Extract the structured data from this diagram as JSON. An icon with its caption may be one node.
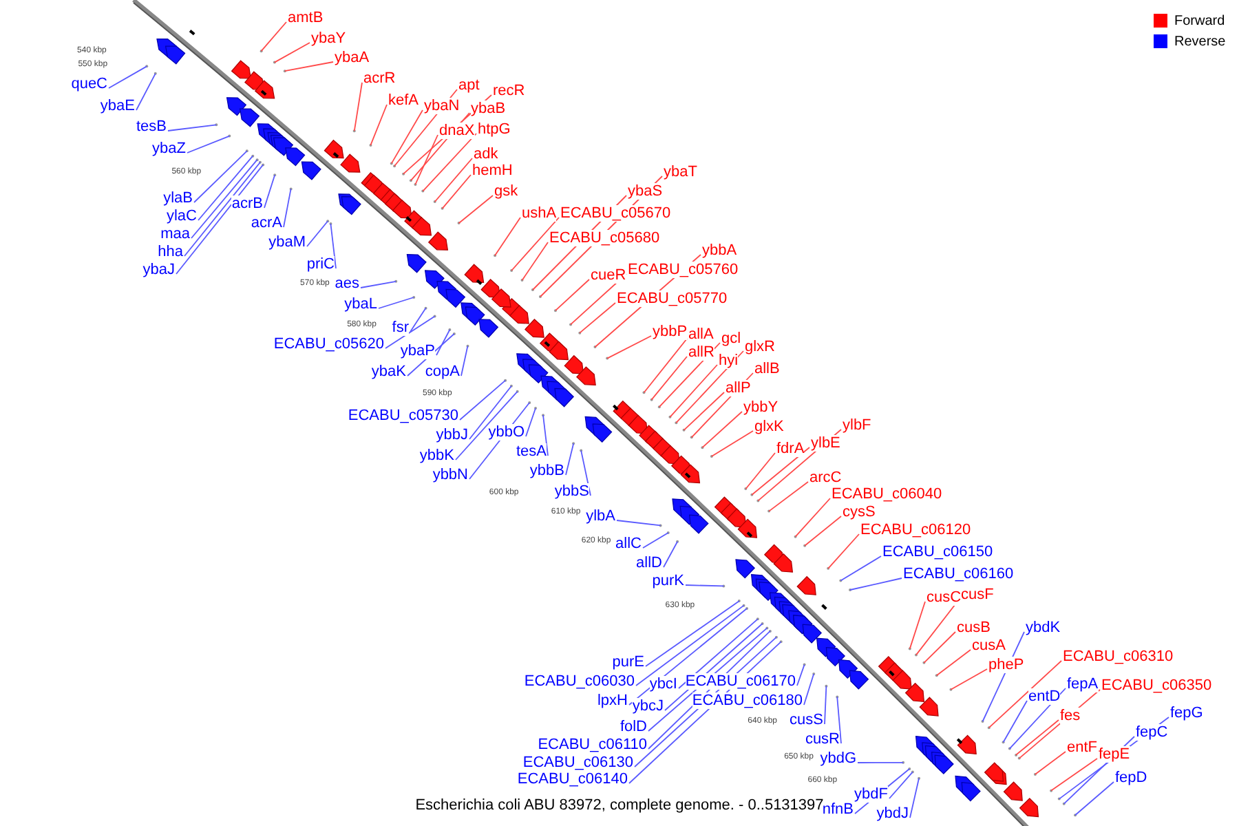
{
  "diagram": {
    "caption": "Escherichia coli ABU 83972, complete genome. - 0..5131397",
    "nodes": [
      {
        "text": [
          "amtB"
        ]
      },
      {
        "text": [
          "ybaY"
        ]
      },
      {
        "text": [
          "ybaA"
        ]
      },
      {
        "text": [
          "queC"
        ]
      },
      {
        "text": [
          "ybaE"
        ]
      },
      {
        "text": [
          "tesB"
        ]
      },
      {
        "text": [
          "ybaZ"
        ]
      },
      {
        "text": [
          "ylaB"
        ]
      },
      {
        "text": [
          "ylaC"
        ]
      },
      {
        "text": [
          "maa"
        ]
      },
      {
        "text": [
          "hha"
        ]
      },
      {
        "text": [
          "ybaJ"
        ]
      },
      {
        "text": [
          "acrB"
        ]
      },
      {
        "text": [
          "acrA"
        ]
      },
      {
        "text": [
          "acrR"
        ]
      },
      {
        "text": [
          "kefA"
        ]
      },
      {
        "text": [
          "ybaN"
        ]
      },
      {
        "text": [
          "apt"
        ]
      },
      {
        "text": [
          "recR"
        ]
      },
      {
        "text": [
          "ybaB"
        ]
      },
      {
        "text": [
          "dnaX"
        ]
      },
      {
        "text": [
          "htpG"
        ]
      },
      {
        "text": [
          "adk"
        ]
      },
      {
        "text": [
          "hemH"
        ]
      },
      {
        "text": [
          "gsk"
        ]
      },
      {
        "text": [
          "ybaM"
        ]
      },
      {
        "text": [
          "priC"
        ]
      },
      {
        "text": [
          "aes"
        ]
      },
      {
        "text": [
          "ybaL"
        ]
      },
      {
        "text": [
          "ushA"
        ]
      },
      {
        "text": [
          "ECABU_c05670"
        ]
      },
      {
        "text": [
          "ybaS"
        ]
      },
      {
        "text": [
          "ybaT"
        ]
      },
      {
        "text": [
          "ECABU_c05680"
        ]
      },
      {
        "text": [
          "fsr"
        ]
      },
      {
        "text": [
          "ECABU_c05620"
        ]
      },
      {
        "text": [
          "ybaP"
        ]
      },
      {
        "text": [
          "ybaK"
        ]
      },
      {
        "text": [
          "copA"
        ]
      },
      {
        "text": [
          "cueR"
        ]
      },
      {
        "text": [
          "ECABU_c05760"
        ]
      },
      {
        "text": [
          "ybbA"
        ]
      },
      {
        "text": [
          "ECABU_c05770"
        ]
      },
      {
        "text": [
          "ECABU_c05730"
        ]
      },
      {
        "text": [
          "ybbJ"
        ]
      },
      {
        "text": [
          "ybbK"
        ]
      },
      {
        "text": [
          "ybbN"
        ]
      },
      {
        "text": [
          "ybbO"
        ]
      },
      {
        "text": [
          "tesA"
        ]
      },
      {
        "text": [
          "ybbP"
        ]
      },
      {
        "text": [
          "allA"
        ]
      },
      {
        "text": [
          "allR"
        ]
      },
      {
        "text": [
          "gcl"
        ]
      },
      {
        "text": [
          "hyi"
        ]
      },
      {
        "text": [
          "glxR"
        ]
      },
      {
        "text": [
          "allP"
        ]
      },
      {
        "text": [
          "allB"
        ]
      },
      {
        "text": [
          "ybbB"
        ]
      },
      {
        "text": [
          "ybbS"
        ]
      },
      {
        "text": [
          "ybbY"
        ]
      },
      {
        "text": [
          "glxK"
        ]
      },
      {
        "text": [
          "fdrA"
        ]
      },
      {
        "text": [
          "ylbE"
        ]
      },
      {
        "text": [
          "ylbF"
        ]
      },
      {
        "text": [
          "ylbA"
        ]
      },
      {
        "text": [
          "allC"
        ]
      },
      {
        "text": [
          "allD"
        ]
      },
      {
        "text": [
          "arcC"
        ]
      },
      {
        "text": [
          "ECABU_c06040"
        ]
      },
      {
        "text": [
          "cysS"
        ]
      },
      {
        "text": [
          "purK"
        ]
      },
      {
        "text": [
          "purE"
        ]
      },
      {
        "text": [
          "ECABU_c06030"
        ]
      },
      {
        "text": [
          "lpxH"
        ]
      },
      {
        "text": [
          "ybcI"
        ]
      },
      {
        "text": [
          "ybcJ"
        ]
      },
      {
        "text": [
          "folD"
        ]
      },
      {
        "text": [
          "ECABU_c06110"
        ]
      },
      {
        "text": [
          "ECABU_c06120"
        ]
      },
      {
        "text": [
          "ECABU_c06130"
        ]
      },
      {
        "text": [
          "ECABU_c06140"
        ]
      },
      {
        "text": [
          "ECABU_c06150"
        ]
      },
      {
        "text": [
          "ECABU_c06160"
        ]
      },
      {
        "text": [
          "ECABU_c06170"
        ]
      },
      {
        "text": [
          "ECABU_c06180"
        ]
      },
      {
        "text": [
          "cusS"
        ]
      },
      {
        "text": [
          "cusR"
        ]
      },
      {
        "text": [
          "cusC"
        ]
      },
      {
        "text": [
          "cusF"
        ]
      },
      {
        "text": [
          "cusB"
        ]
      },
      {
        "text": [
          "cusA"
        ]
      },
      {
        "text": [
          "pheP"
        ]
      },
      {
        "text": [
          "ybdG"
        ]
      },
      {
        "text": [
          "nfnB"
        ]
      },
      {
        "text": [
          "ybdF"
        ]
      },
      {
        "text": [
          "ybdJ"
        ]
      },
      {
        "text": [
          "ybdK"
        ]
      },
      {
        "text": [
          "ECABU_c06310"
        ]
      },
      {
        "text": [
          "entD"
        ]
      },
      {
        "text": [
          "fepA"
        ]
      },
      {
        "text": [
          "ECABU_c06350"
        ]
      },
      {
        "text": [
          "fes"
        ]
      },
      {
        "text": [
          "entF"
        ]
      },
      {
        "text": [
          "fepE"
        ]
      },
      {
        "text": [
          "fepG"
        ]
      },
      {
        "text": [
          "fepC"
        ]
      },
      {
        "text": [
          "fepD"
        ]
      }
    ],
    "edges": [
      {
        "from": 0,
        "to": null,
        "arrow": "none",
        "color": "#ff4a4a"
      },
      {
        "from": 1,
        "to": null,
        "arrow": "none",
        "color": "#ff4a4a"
      },
      {
        "from": 2,
        "to": null,
        "arrow": "none",
        "color": "#ff4a4a"
      },
      {
        "from": 3,
        "to": null,
        "arrow": "none"
      },
      {
        "from": 4,
        "to": null,
        "arrow": "none"
      },
      {
        "from": 5,
        "to": null,
        "arrow": "none"
      },
      {
        "from": 6,
        "to": null,
        "arrow": "none"
      },
      {
        "from": 7,
        "to": null,
        "arrow": "none"
      },
      {
        "from": 8,
        "to": null,
        "arrow": "none"
      },
      {
        "from": 9,
        "to": null,
        "arrow": "none"
      },
      {
        "from": 10,
        "to": null,
        "arrow": "none"
      },
      {
        "from": 11,
        "to": null,
        "arrow": "none"
      },
      {
        "from": 12,
        "to": null,
        "arrow": "none"
      },
      {
        "from": 13,
        "to": null,
        "arrow": "none"
      },
      {
        "from": 14,
        "to": null,
        "arrow": "none",
        "color": "#ff4a4a"
      },
      {
        "from": 15,
        "to": null,
        "arrow": "none",
        "color": "#ff4a4a"
      },
      {
        "from": 16,
        "to": null,
        "arrow": "none",
        "color": "#ff4a4a"
      },
      {
        "from": 17,
        "to": null,
        "arrow": "none",
        "color": "#ff4a4a"
      },
      {
        "from": 18,
        "to": null,
        "arrow": "none",
        "color": "#ff4a4a"
      },
      {
        "from": 19,
        "to": null,
        "arrow": "none",
        "color": "#ff4a4a"
      },
      {
        "from": 20,
        "to": null,
        "arrow": "none",
        "color": "#ff4a4a"
      },
      {
        "from": 21,
        "to": null,
        "arrow": "none",
        "color": "#ff4a4a"
      },
      {
        "from": 22,
        "to": null,
        "arrow": "none",
        "color": "#ff4a4a"
      },
      {
        "from": 23,
        "to": null,
        "arrow": "none",
        "color": "#ff4a4a"
      },
      {
        "from": 24,
        "to": null,
        "arrow": "none",
        "color": "#ff4a4a"
      },
      {
        "from": 25,
        "to": null,
        "arrow": "none"
      },
      {
        "from": 26,
        "to": null,
        "arrow": "none"
      },
      {
        "from": 27,
        "to": null,
        "arrow": "none"
      },
      {
        "from": 28,
        "to": null,
        "arrow": "none"
      },
      {
        "from": 29,
        "to": null,
        "arrow": "none",
        "color": "#ff4a4a"
      },
      {
        "from": 30,
        "to": null,
        "arrow": "none",
        "color": "#ff4a4a"
      },
      {
        "from": 31,
        "to": null,
        "arrow": "none",
        "color": "#ff4a4a"
      },
      {
        "from": 32,
        "to": null,
        "arrow": "none",
        "color": "#ff4a4a"
      },
      {
        "from": 33,
        "to": null,
        "arrow": "none",
        "color": "#ff4a4a"
      },
      {
        "from": 34,
        "to": null,
        "arrow": "none"
      },
      {
        "from": 35,
        "to": null,
        "arrow": "none"
      },
      {
        "from": 36,
        "to": null,
        "arrow": "none"
      },
      {
        "from": 37,
        "to": null,
        "arrow": "none"
      },
      {
        "from": 38,
        "to": null,
        "arrow": "none"
      },
      {
        "from": 39,
        "to": null,
        "arrow": "none",
        "color": "#ff4a4a"
      },
      {
        "from": 40,
        "to": null,
        "arrow": "none",
        "color": "#ff4a4a"
      },
      {
        "from": 41,
        "to": null,
        "arrow": "none",
        "color": "#ff4a4a"
      },
      {
        "from": 42,
        "to": null,
        "arrow": "none",
        "color": "#ff4a4a"
      },
      {
        "from": 43,
        "to": null,
        "arrow": "none"
      },
      {
        "from": 44,
        "to": null,
        "arrow": "none"
      },
      {
        "from": 45,
        "to": null,
        "arrow": "none"
      },
      {
        "from": 46,
        "to": null,
        "arrow": "none"
      },
      {
        "from": 47,
        "to": null,
        "arrow": "none"
      },
      {
        "from": 48,
        "to": null,
        "arrow": "none"
      },
      {
        "from": 49,
        "to": null,
        "arrow": "none",
        "color": "#ff4a4a"
      },
      {
        "from": 50,
        "to": null,
        "arrow": "none",
        "color": "#ff4a4a"
      },
      {
        "from": 51,
        "to": null,
        "arrow": "none",
        "color": "#ff4a4a"
      },
      {
        "from": 52,
        "to": null,
        "arrow": "none",
        "color": "#ff4a4a"
      },
      {
        "from": 53,
        "to": null,
        "arrow": "none",
        "color": "#ff4a4a"
      },
      {
        "from": 54,
        "to": null,
        "arrow": "none",
        "color": "#ff4a4a"
      },
      {
        "from": 55,
        "to": null,
        "arrow": "none",
        "color": "#ff4a4a"
      },
      {
        "from": 56,
        "to": null,
        "arrow": "none",
        "color": "#ff4a4a"
      },
      {
        "from": 57,
        "to": null,
        "arrow": "none"
      },
      {
        "from": 58,
        "to": null,
        "arrow": "none"
      },
      {
        "from": 59,
        "to": null,
        "arrow": "none",
        "color": "#ff4a4a"
      },
      {
        "from": 60,
        "to": null,
        "arrow": "none",
        "color": "#ff4a4a"
      },
      {
        "from": 61,
        "to": null,
        "arrow": "none",
        "color": "#ff4a4a"
      },
      {
        "from": 62,
        "to": null,
        "arrow": "none",
        "color": "#ff4a4a"
      },
      {
        "from": 63,
        "to": null,
        "arrow": "none",
        "color": "#ff4a4a"
      },
      {
        "from": 64,
        "to": null,
        "arrow": "none"
      },
      {
        "from": 65,
        "to": null,
        "arrow": "none"
      },
      {
        "from": 66,
        "to": null,
        "arrow": "none"
      },
      {
        "from": 67,
        "to": null,
        "arrow": "none",
        "color": "#ff4a4a"
      },
      {
        "from": 68,
        "to": null,
        "arrow": "none",
        "color": "#ff4a4a"
      },
      {
        "from": 69,
        "to": null,
        "arrow": "none",
        "color": "#ff4a4a"
      },
      {
        "from": 70,
        "to": null,
        "arrow": "none"
      },
      {
        "from": 71,
        "to": null,
        "arrow": "none"
      },
      {
        "from": 72,
        "to": null,
        "arrow": "none"
      },
      {
        "from": 73,
        "to": null,
        "arrow": "none"
      },
      {
        "from": 74,
        "to": null,
        "arrow": "none"
      },
      {
        "from": 75,
        "to": null,
        "arrow": "none"
      },
      {
        "from": 76,
        "to": null,
        "arrow": "none"
      },
      {
        "from": 77,
        "to": null,
        "arrow": "none"
      },
      {
        "from": 78,
        "to": null,
        "arrow": "none",
        "color": "#ff4a4a"
      },
      {
        "from": 79,
        "to": null,
        "arrow": "none"
      },
      {
        "from": 80,
        "to": null,
        "arrow": "none"
      },
      {
        "from": 81,
        "to": null,
        "arrow": "none"
      },
      {
        "from": 82,
        "to": null,
        "arrow": "none"
      },
      {
        "from": 83,
        "to": null,
        "arrow": "none"
      },
      {
        "from": 84,
        "to": null,
        "arrow": "none"
      },
      {
        "from": 85,
        "to": null,
        "arrow": "none"
      },
      {
        "from": 86,
        "to": null,
        "arrow": "none"
      },
      {
        "from": 87,
        "to": null,
        "arrow": "none",
        "color": "#ff4a4a"
      },
      {
        "from": 88,
        "to": null,
        "arrow": "none",
        "color": "#ff4a4a"
      },
      {
        "from": 89,
        "to": null,
        "arrow": "none",
        "color": "#ff4a4a"
      },
      {
        "from": 90,
        "to": null,
        "arrow": "none",
        "color": "#ff4a4a"
      },
      {
        "from": 91,
        "to": null,
        "arrow": "none",
        "color": "#ff4a4a"
      },
      {
        "from": 92,
        "to": null,
        "arrow": "none"
      },
      {
        "from": 93,
        "to": null,
        "arrow": "none"
      },
      {
        "from": 94,
        "to": null,
        "arrow": "none"
      },
      {
        "from": 95,
        "to": null,
        "arrow": "none"
      },
      {
        "from": 96,
        "to": null,
        "arrow": "none"
      },
      {
        "from": 97,
        "to": null,
        "arrow": "none",
        "color": "#ff4a4a"
      },
      {
        "from": 98,
        "to": null,
        "arrow": "none"
      },
      {
        "from": 99,
        "to": null,
        "arrow": "none"
      },
      {
        "from": 100,
        "to": null,
        "arrow": "none",
        "color": "#ff4a4a"
      },
      {
        "from": 101,
        "to": null,
        "arrow": "none",
        "color": "#ff4a4a"
      },
      {
        "from": 102,
        "to": null,
        "arrow": "none",
        "color": "#ff4a4a"
      },
      {
        "from": 103,
        "to": null,
        "arrow": "none",
        "color": "#ff4a4a"
      },
      {
        "from": 104,
        "to": null,
        "arrow": "none"
      },
      {
        "from": 105,
        "to": null,
        "arrow": "none"
      },
      {
        "from": 106,
        "to": null,
        "arrow": "none"
      }
    ],
    "labels": [
      "540 kbp",
      "550 kbp",
      "560 kbp",
      "570 kbp",
      "580 kbp",
      "590 kbp",
      "600 kbp",
      "610 kbp",
      "620 kbp",
      "630 kbp",
      "640 kbp",
      "650 kbp",
      "660 kbp"
    ],
    "legend": [
      {
        "text": "Forward",
        "color": "#ff0000"
      },
      {
        "text": "Reverse",
        "color": "#0000ff"
      }
    ]
  }
}
